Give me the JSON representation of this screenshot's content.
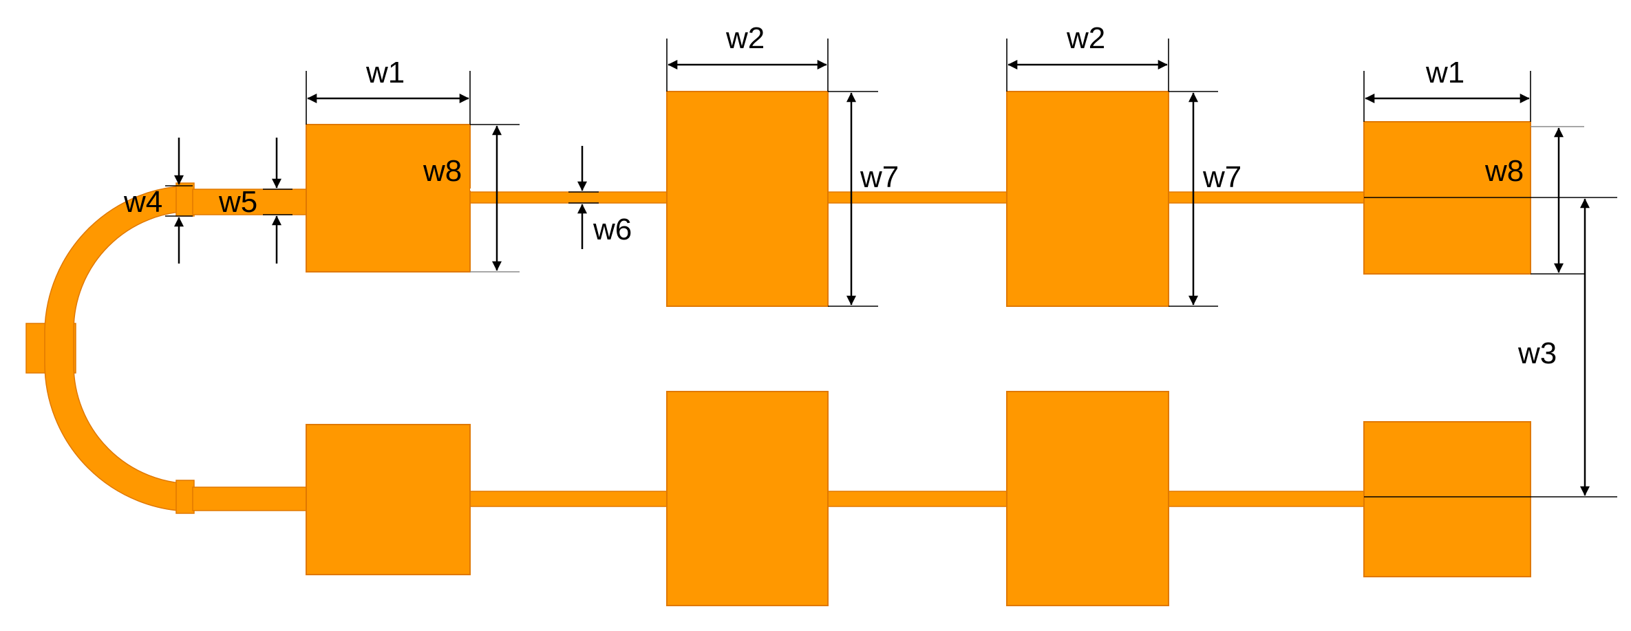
{
  "colors": {
    "fill": "#FF9800",
    "edge": "#E07800",
    "ink": "#000000"
  },
  "labels": {
    "w1_left": "w1",
    "w2_left": "w2",
    "w2_right": "w2",
    "w1_right": "w1",
    "w8_left": "w8",
    "w7_left": "w7",
    "w7_right": "w7",
    "w8_right": "w8",
    "w4": "w4",
    "w5": "w5",
    "w6": "w6",
    "w3": "w3"
  }
}
